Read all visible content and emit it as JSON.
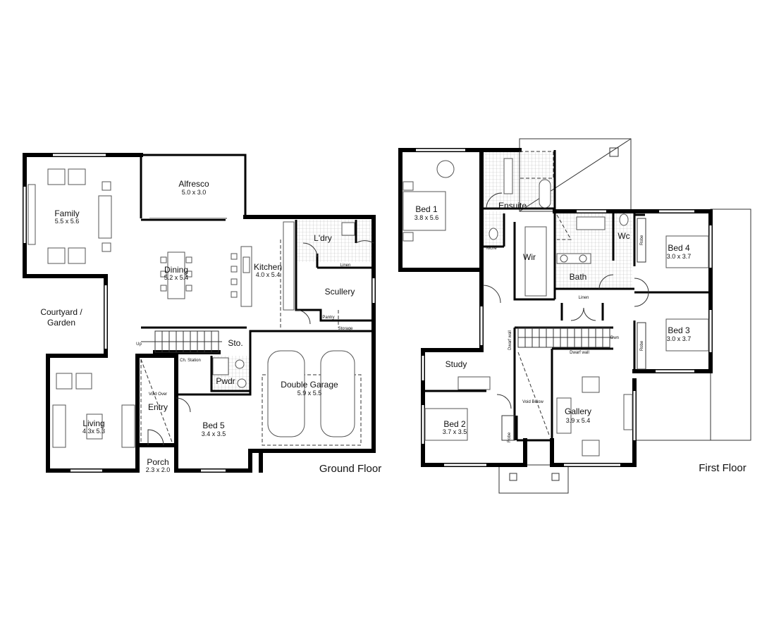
{
  "ground_floor": {
    "title": "Ground Floor",
    "rooms": {
      "family": {
        "name": "Family",
        "size": "5.5 x 5.6"
      },
      "alfresco": {
        "name": "Alfresco",
        "size": "5.0 x 3.0"
      },
      "dining": {
        "name": "Dining",
        "size": "5.2 x 5.4"
      },
      "kitchen": {
        "name": "Kitchen",
        "size": "4.0 x 5.4"
      },
      "laundry": {
        "name": "L'dry"
      },
      "linen": {
        "name": "Linen"
      },
      "scullery": {
        "name": "Scullery"
      },
      "pantry": {
        "name": "Pantry"
      },
      "storage": {
        "name": "Storage"
      },
      "courtyard": {
        "name_line1": "Courtyard /",
        "name_line2": "Garden"
      },
      "store": {
        "name": "Sto."
      },
      "stairs_up": {
        "name": "Up"
      },
      "charging_station": {
        "name": "Ch. Station"
      },
      "powder": {
        "name": "Pwdr"
      },
      "void_over": {
        "name": "Void Over"
      },
      "entry": {
        "name": "Entry"
      },
      "garage": {
        "name": "Double Garage",
        "size": "5.9 x 5.5"
      },
      "living": {
        "name": "Living",
        "size": "4.3x 5.3"
      },
      "bed5": {
        "name": "Bed 5",
        "size": "3.4 x 3.5"
      },
      "porch": {
        "name": "Porch",
        "size": "2.3 x 2.0"
      }
    }
  },
  "first_floor": {
    "title": "First Floor",
    "rooms": {
      "bed1": {
        "name": "Bed 1",
        "size": "3.8 x 5.6"
      },
      "ensuite": {
        "name": "Ensuite"
      },
      "niche": {
        "name": "Niche"
      },
      "wir": {
        "name": "Wir"
      },
      "bath": {
        "name": "Bath"
      },
      "wc": {
        "name": "Wc"
      },
      "linen": {
        "name": "Linen"
      },
      "bed4": {
        "name": "Bed 4",
        "size": "3.0 x 3.7"
      },
      "robe4": {
        "name": "Robe"
      },
      "bed3": {
        "name": "Bed 3",
        "size": "3.0 x 3.7"
      },
      "robe3": {
        "name": "Robe"
      },
      "dwarf_wall_left": {
        "name": "Dwarf wall"
      },
      "dwarf_wall_bottom": {
        "name": "Dwarf wall"
      },
      "stairs_down": {
        "name": "Dwn"
      },
      "study": {
        "name": "Study"
      },
      "bed2": {
        "name": "Bed 2",
        "size": "3.7 x 3.5"
      },
      "robe2": {
        "name": "Robe"
      },
      "void_below": {
        "name": "Void Below"
      },
      "gallery": {
        "name": "Gallery",
        "size": "3.9 x 5.4"
      }
    }
  }
}
